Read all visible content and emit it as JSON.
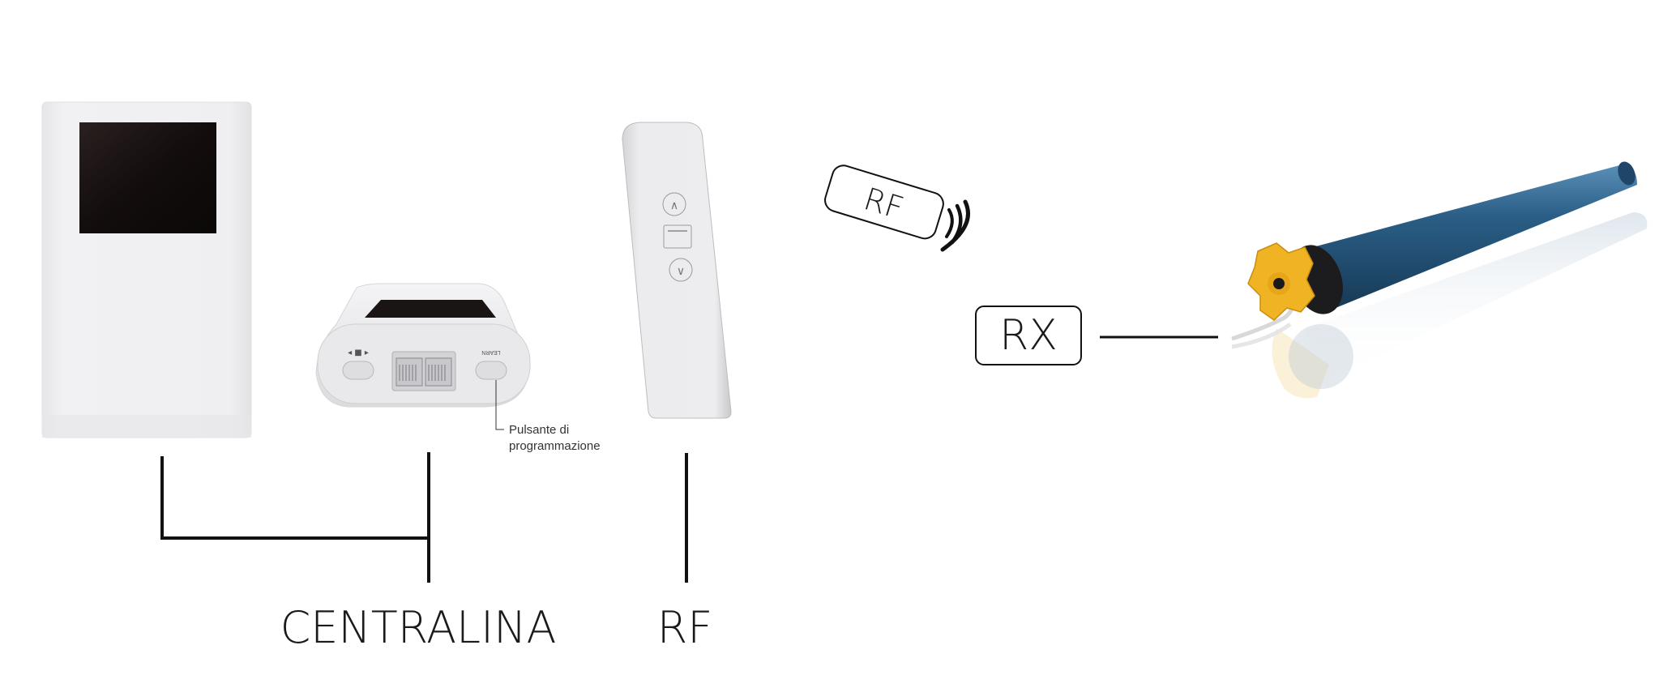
{
  "labels": {
    "centralina": "CENTRALINA",
    "rf_bottom": "RF",
    "rf_tag": "RF",
    "rx": "RX",
    "button_callout_line1": "Pulsante di",
    "button_callout_line2": "programmazione",
    "learn_button_text": "LEARN"
  },
  "devices": [
    {
      "name": "wall-display-unit",
      "icon": "tablet"
    },
    {
      "name": "control-unit",
      "icon": "hub",
      "ports": 2
    },
    {
      "name": "rf-remote",
      "icon": "remote",
      "buttons": [
        "up",
        "stop",
        "down"
      ]
    },
    {
      "name": "tubular-motor",
      "icon": "motor"
    }
  ],
  "colors": {
    "line": "#111111",
    "device_body": "#eeeeef",
    "screen": "#150f0f",
    "motor_tube": "#2a5b80",
    "motor_head": "#f0b323"
  }
}
